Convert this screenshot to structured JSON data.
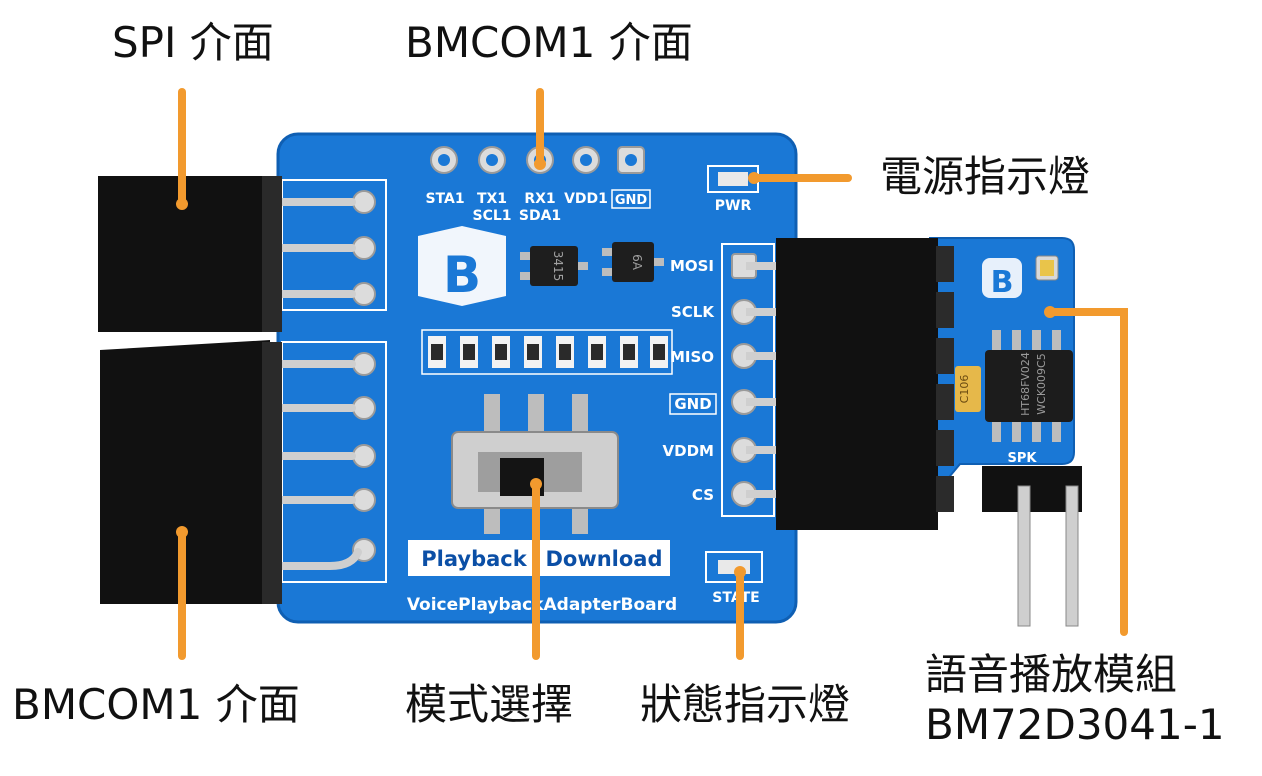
{
  "colors": {
    "pcb": "#1a78d6",
    "pcb_dark": "#0f5fb3",
    "header": "#111111",
    "pin": "#c9c9c9",
    "callout_line": "#f29a2e",
    "label_text": "#111111"
  },
  "callouts": {
    "spi": "SPI 介面",
    "bmcom1_top": "BMCOM1 介面",
    "power_led": "電源指示燈",
    "bmcom1_left": "BMCOM1 介面",
    "mode_select": "模式選擇",
    "status_led": "狀態指示燈",
    "voice_module": {
      "line1": "語音播放模組",
      "line2": "BM72D3041-1"
    }
  },
  "silkscreen": {
    "top_pins": [
      "STA1",
      "TX1",
      "RX1",
      "VDD1",
      "GND"
    ],
    "top_pins_sub": [
      "SCL1",
      "SDA1"
    ],
    "pwr": "PWR",
    "right_pins": [
      "MOSI",
      "SCLK",
      "MISO",
      "GND",
      "VDDM",
      "CS"
    ],
    "switch_left": "Playback",
    "switch_right": "Download",
    "board_name": "VoicePlaybackAdapterBoard",
    "state": "STATE",
    "spk": "SPK",
    "chip_right_1": "HT68FV024",
    "chip_right_2": "WCK009C5",
    "cap": "C106",
    "ic1": "3415",
    "ic2": "6A"
  }
}
